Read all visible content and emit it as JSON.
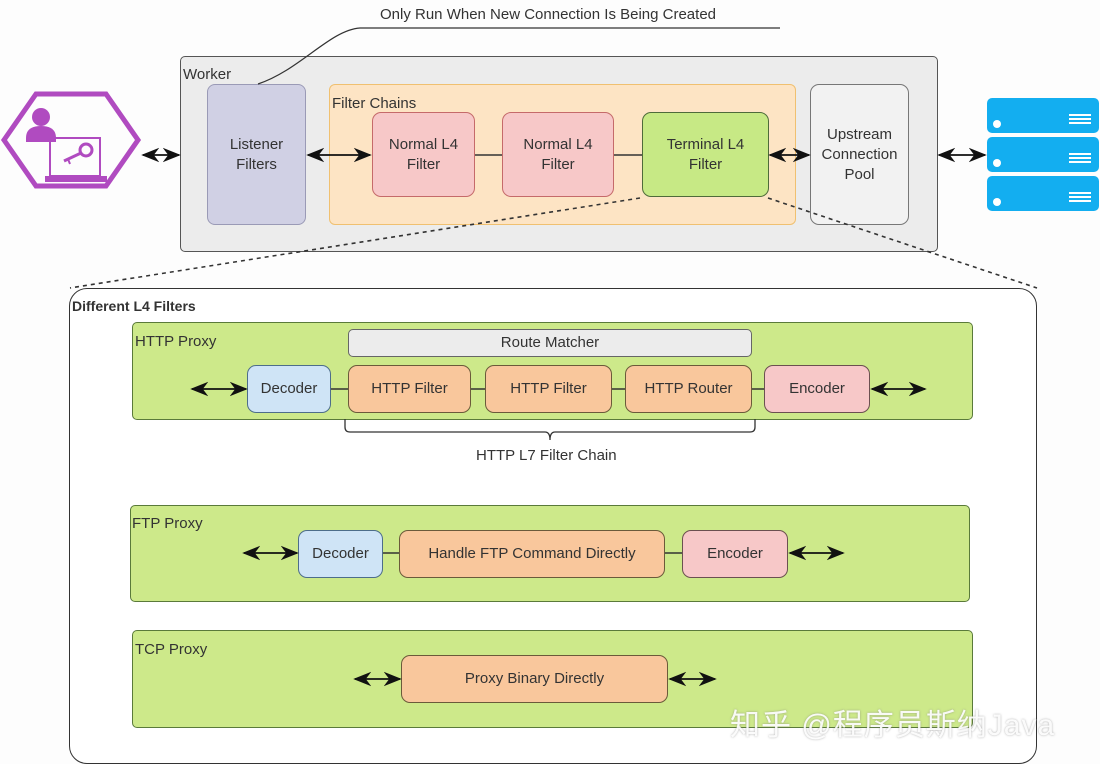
{
  "annotation": "Only Run When New Connection Is Being Created",
  "worker": {
    "label": "Worker",
    "listener_filters": "Listener Filters",
    "filter_chains": {
      "label": "Filter Chains",
      "filters": [
        "Normal L4 Filter",
        "Normal L4 Filter",
        "Terminal L4 Filter"
      ]
    },
    "upstream_pool": "Upstream Connection Pool"
  },
  "client_icon": "user-with-key-laptop-icon",
  "server_icon": "server-stack-icon",
  "different_filters": {
    "label": "Different L4 Filters",
    "http_proxy": {
      "label": "HTTP Proxy",
      "route_matcher": "Route Matcher",
      "decoder": "Decoder",
      "filters": [
        "HTTP Filter",
        "HTTP Filter",
        "HTTP Router"
      ],
      "encoder": "Encoder",
      "chain_label": "HTTP L7 Filter Chain"
    },
    "ftp_proxy": {
      "label": "FTP Proxy",
      "decoder": "Decoder",
      "handler": "Handle FTP Command Directly",
      "encoder": "Encoder"
    },
    "tcp_proxy": {
      "label": "TCP Proxy",
      "handler": "Proxy Binary Directly"
    }
  },
  "watermark": "知乎 @程序员斯纳Java",
  "colors": {
    "client_purple": "#b04bc0",
    "server_blue": "#13aef0",
    "terminal_green": "#c7e985",
    "normal_pink": "#f7c8c8",
    "chain_orange": "#fde4c4"
  }
}
